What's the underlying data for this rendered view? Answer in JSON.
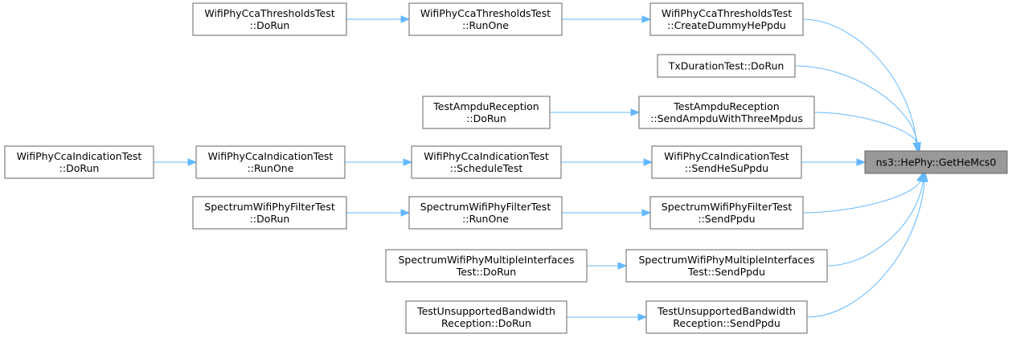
{
  "graph": {
    "nodes": [
      {
        "id": "root",
        "lines": [
          "ns3::HePhy::GetHeMcs0"
        ],
        "root": true
      },
      {
        "id": "cca_create",
        "lines": [
          "WifiPhyCcaThresholdsTest",
          "::CreateDummyHePpdu"
        ]
      },
      {
        "id": "txdur",
        "lines": [
          "TxDurationTest::DoRun"
        ]
      },
      {
        "id": "ampdu_send",
        "lines": [
          "TestAmpduReception",
          "::SendAmpduWithThreeMpdus"
        ]
      },
      {
        "id": "ccaind_send",
        "lines": [
          "WifiPhyCcaIndicationTest",
          "::SendHeSuPpdu"
        ]
      },
      {
        "id": "filter_send",
        "lines": [
          "SpectrumWifiPhyFilterTest",
          "::SendPpdu"
        ]
      },
      {
        "id": "multi_send",
        "lines": [
          "SpectrumWifiPhyMultipleInterfaces",
          "Test::SendPpdu"
        ]
      },
      {
        "id": "bw_send",
        "lines": [
          "TestUnsupportedBandwidth",
          "Reception::SendPpdu"
        ]
      },
      {
        "id": "cca_runone",
        "lines": [
          "WifiPhyCcaThresholdsTest",
          "::RunOne"
        ]
      },
      {
        "id": "ampdu_dorun",
        "lines": [
          "TestAmpduReception",
          "::DoRun"
        ]
      },
      {
        "id": "ccaind_sched",
        "lines": [
          "WifiPhyCcaIndicationTest",
          "::ScheduleTest"
        ]
      },
      {
        "id": "filter_runone",
        "lines": [
          "SpectrumWifiPhyFilterTest",
          "::RunOne"
        ]
      },
      {
        "id": "multi_dorun",
        "lines": [
          "SpectrumWifiPhyMultipleInterfaces",
          "Test::DoRun"
        ]
      },
      {
        "id": "bw_dorun",
        "lines": [
          "TestUnsupportedBandwidth",
          "Reception::DoRun"
        ]
      },
      {
        "id": "cca_dorun",
        "lines": [
          "WifiPhyCcaThresholdsTest",
          "::DoRun"
        ]
      },
      {
        "id": "ccaind_runone",
        "lines": [
          "WifiPhyCcaIndicationTest",
          "::RunOne"
        ]
      },
      {
        "id": "filter_dorun",
        "lines": [
          "SpectrumWifiPhyFilterTest",
          "::DoRun"
        ]
      },
      {
        "id": "ccaind_dorun",
        "lines": [
          "WifiPhyCcaIndicationTest",
          "::DoRun"
        ]
      }
    ],
    "edges": [
      {
        "from": "cca_create",
        "to": "root"
      },
      {
        "from": "txdur",
        "to": "root"
      },
      {
        "from": "ampdu_send",
        "to": "root"
      },
      {
        "from": "ccaind_send",
        "to": "root"
      },
      {
        "from": "filter_send",
        "to": "root"
      },
      {
        "from": "multi_send",
        "to": "root"
      },
      {
        "from": "bw_send",
        "to": "root"
      },
      {
        "from": "cca_runone",
        "to": "cca_create"
      },
      {
        "from": "cca_dorun",
        "to": "cca_runone"
      },
      {
        "from": "ampdu_dorun",
        "to": "ampdu_send"
      },
      {
        "from": "ccaind_sched",
        "to": "ccaind_send"
      },
      {
        "from": "ccaind_runone",
        "to": "ccaind_sched"
      },
      {
        "from": "ccaind_dorun",
        "to": "ccaind_runone"
      },
      {
        "from": "filter_runone",
        "to": "filter_send"
      },
      {
        "from": "filter_dorun",
        "to": "filter_runone"
      },
      {
        "from": "multi_dorun",
        "to": "multi_send"
      },
      {
        "from": "bw_dorun",
        "to": "bw_send"
      }
    ]
  }
}
